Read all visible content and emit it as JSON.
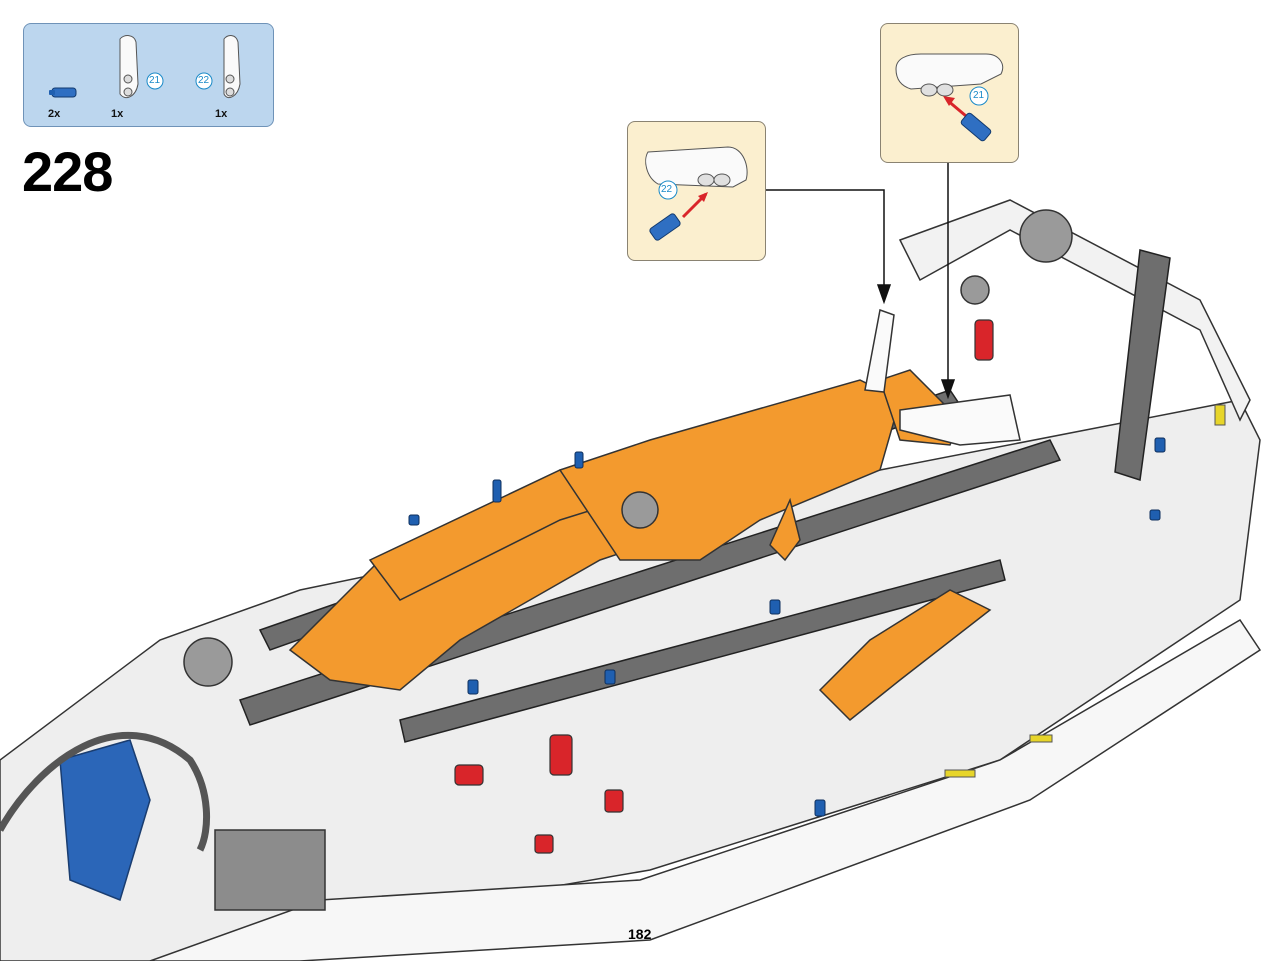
{
  "parts_list": {
    "items": [
      {
        "name": "blue-axle-pin",
        "quantity": "2x"
      },
      {
        "name": "white-panel-21",
        "quantity": "1x",
        "badge": "21"
      },
      {
        "name": "white-panel-22",
        "quantity": "1x",
        "badge": "22"
      }
    ]
  },
  "step": {
    "number": "228"
  },
  "callouts": [
    {
      "name": "callout-panel-22",
      "badge": "22"
    },
    {
      "name": "callout-panel-21",
      "badge": "21"
    }
  ],
  "colors": {
    "parts_box_bg": "#bcd6ee",
    "callout_bg": "#fbefcf",
    "orange_parts": "#f39a2e",
    "white_parts": "#f4f4f4",
    "grey_parts": "#6e6e6e",
    "blue_pins": "#1f5fb0",
    "red_parts": "#d9252a"
  },
  "page": {
    "number": "182"
  }
}
